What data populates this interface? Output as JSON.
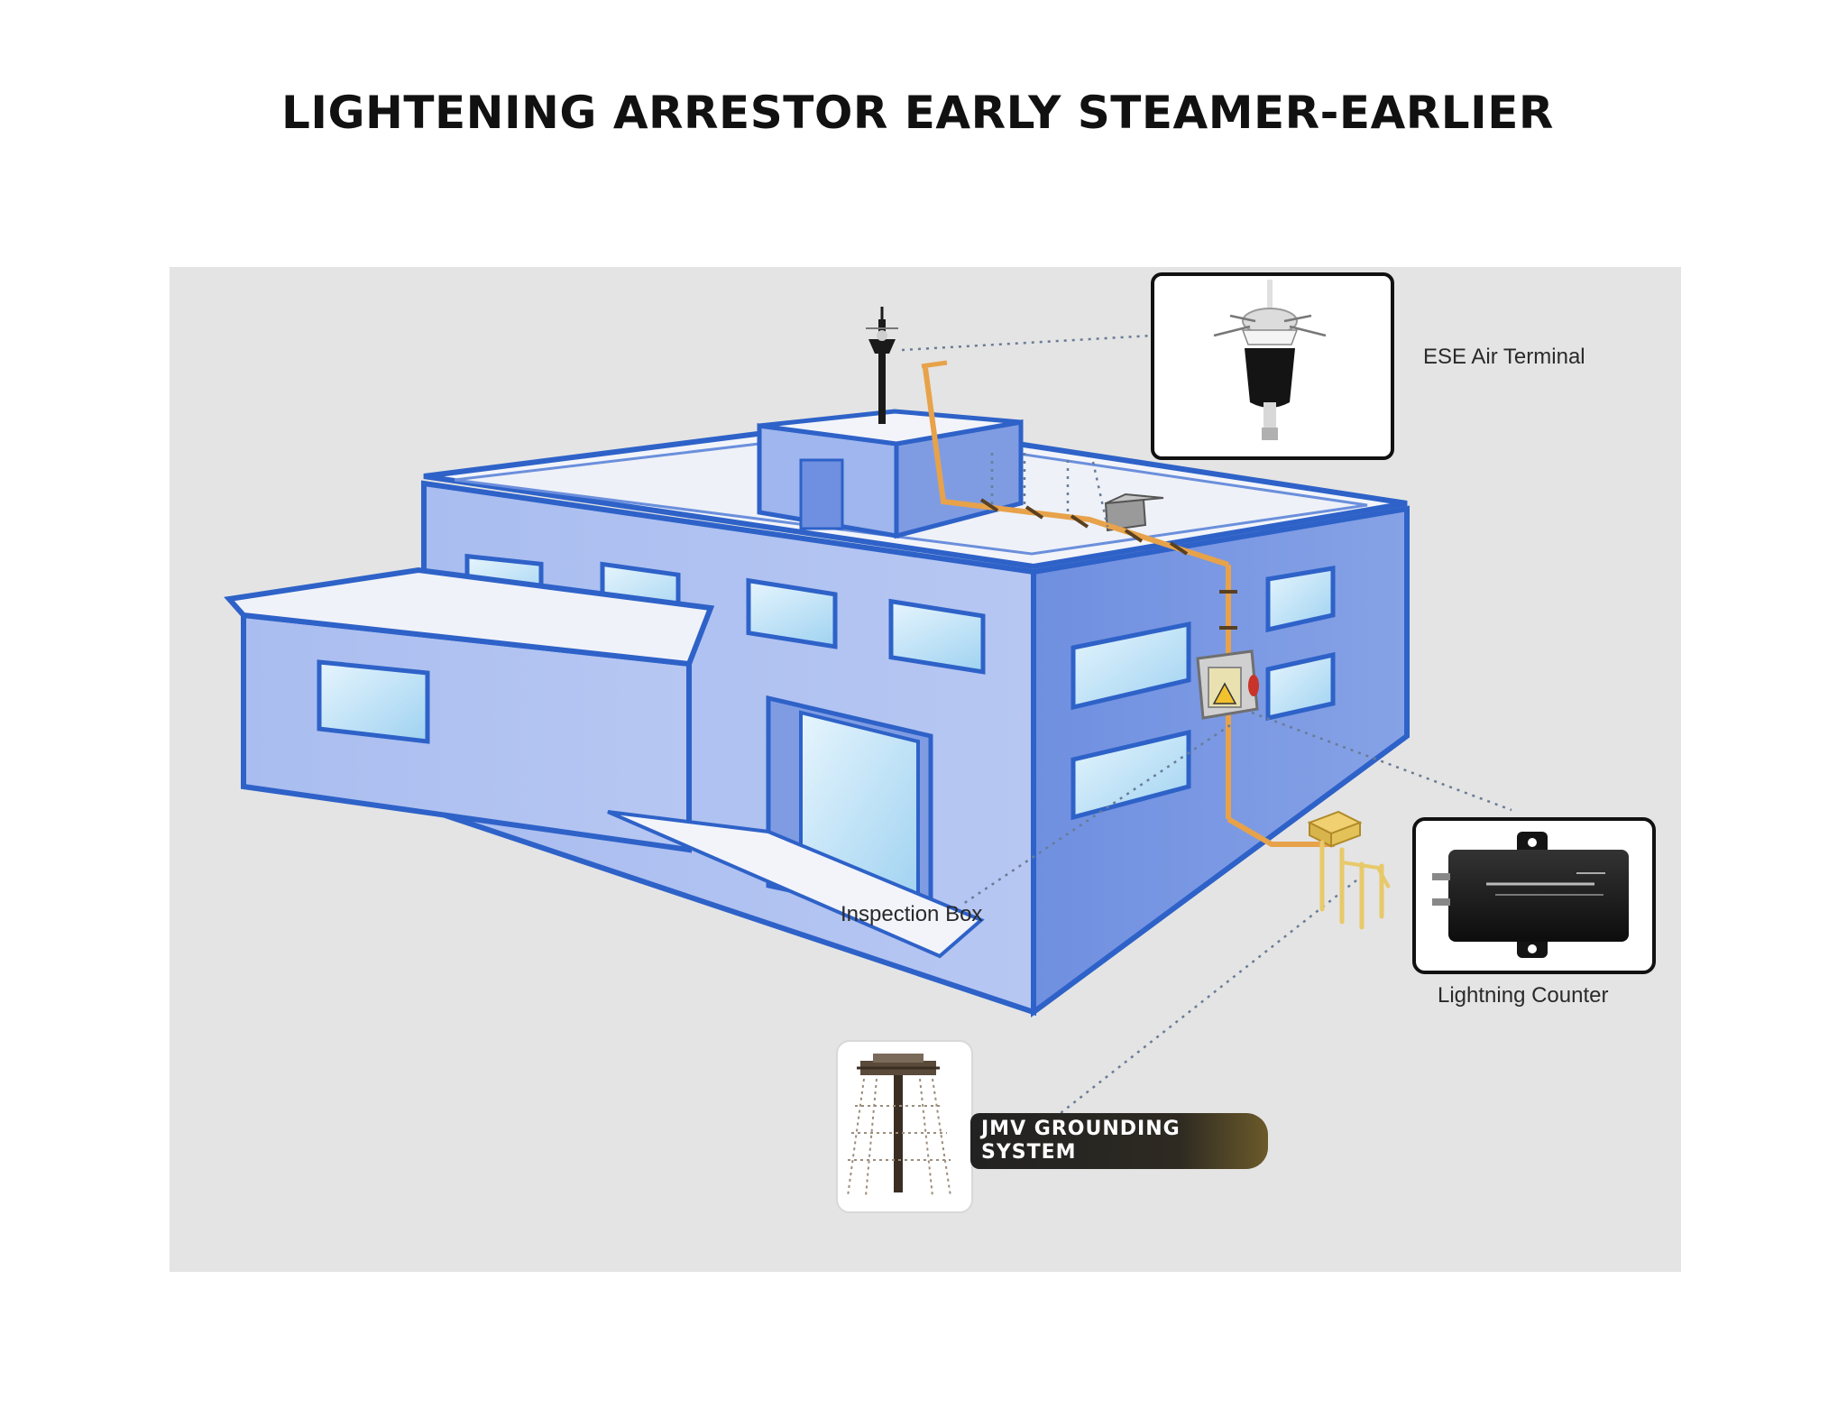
{
  "page": {
    "title": "LIGHTENING ARRESTOR EARLY STEAMER-EARLIER"
  },
  "diagram": {
    "labels": {
      "air_terminal": "ESE Air Terminal",
      "inspection_box": "Inspection Box",
      "lightning_counter": "Lightning Counter",
      "grounding_line1": "JMV GROUNDING",
      "grounding_line2": "SYSTEM"
    },
    "colors": {
      "background": "#e4e4e4",
      "building_fill": "#8ea8e8",
      "building_outline": "#2e62c8",
      "roof": "#eef1f8",
      "window": "#bfe4f8",
      "conductor": "#e7a24a",
      "counter_body": "#1b1b1b"
    },
    "icons": [
      "ese-air-terminal-icon",
      "inspection-box-icon",
      "lightning-counter-icon",
      "earth-rod-icon",
      "grounding-pit-icon"
    ]
  }
}
